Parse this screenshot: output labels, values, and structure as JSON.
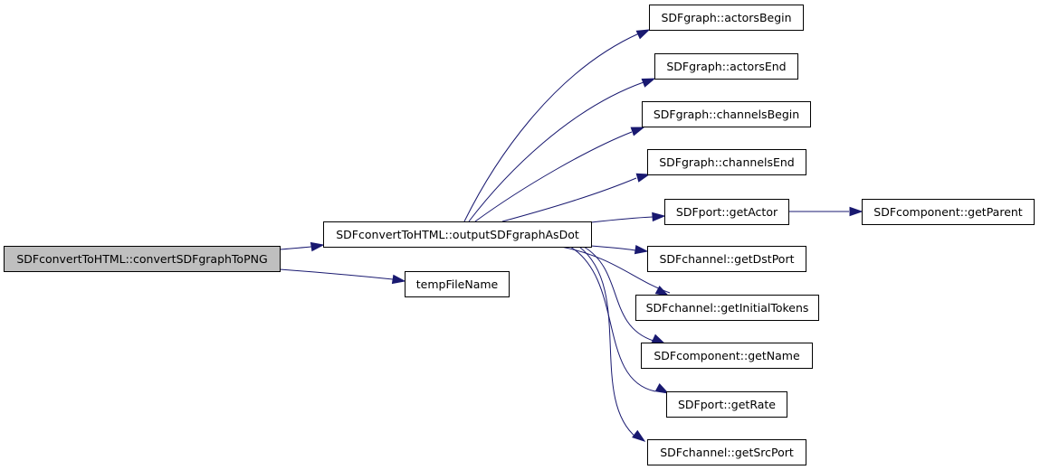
{
  "diagram": {
    "type": "call-graph",
    "edge_color": "#191970",
    "root_fill": "#bfbfbf",
    "nodes": [
      {
        "id": "root",
        "label": "SDFconvertToHTML::convertSDFgraphToPNG",
        "highlighted": true
      },
      {
        "id": "outputDot",
        "label": "SDFconvertToHTML::outputSDFgraphAsDot"
      },
      {
        "id": "tempFileName",
        "label": "tempFileName"
      },
      {
        "id": "actorsBegin",
        "label": "SDFgraph::actorsBegin"
      },
      {
        "id": "actorsEnd",
        "label": "SDFgraph::actorsEnd"
      },
      {
        "id": "channelsBegin",
        "label": "SDFgraph::channelsBegin"
      },
      {
        "id": "channelsEnd",
        "label": "SDFgraph::channelsEnd"
      },
      {
        "id": "getActor",
        "label": "SDFport::getActor"
      },
      {
        "id": "getParent",
        "label": "SDFcomponent::getParent"
      },
      {
        "id": "getDstPort",
        "label": "SDFchannel::getDstPort"
      },
      {
        "id": "getInitialTokens",
        "label": "SDFchannel::getInitialTokens"
      },
      {
        "id": "getName",
        "label": "SDFcomponent::getName"
      },
      {
        "id": "getRate",
        "label": "SDFport::getRate"
      },
      {
        "id": "getSrcPort",
        "label": "SDFchannel::getSrcPort"
      }
    ],
    "edges": [
      {
        "from": "root",
        "to": "outputDot"
      },
      {
        "from": "root",
        "to": "tempFileName"
      },
      {
        "from": "outputDot",
        "to": "actorsBegin"
      },
      {
        "from": "outputDot",
        "to": "actorsEnd"
      },
      {
        "from": "outputDot",
        "to": "channelsBegin"
      },
      {
        "from": "outputDot",
        "to": "channelsEnd"
      },
      {
        "from": "outputDot",
        "to": "getActor"
      },
      {
        "from": "outputDot",
        "to": "getDstPort"
      },
      {
        "from": "outputDot",
        "to": "getInitialTokens"
      },
      {
        "from": "outputDot",
        "to": "getName"
      },
      {
        "from": "outputDot",
        "to": "getRate"
      },
      {
        "from": "outputDot",
        "to": "getSrcPort"
      },
      {
        "from": "getActor",
        "to": "getParent"
      }
    ]
  }
}
